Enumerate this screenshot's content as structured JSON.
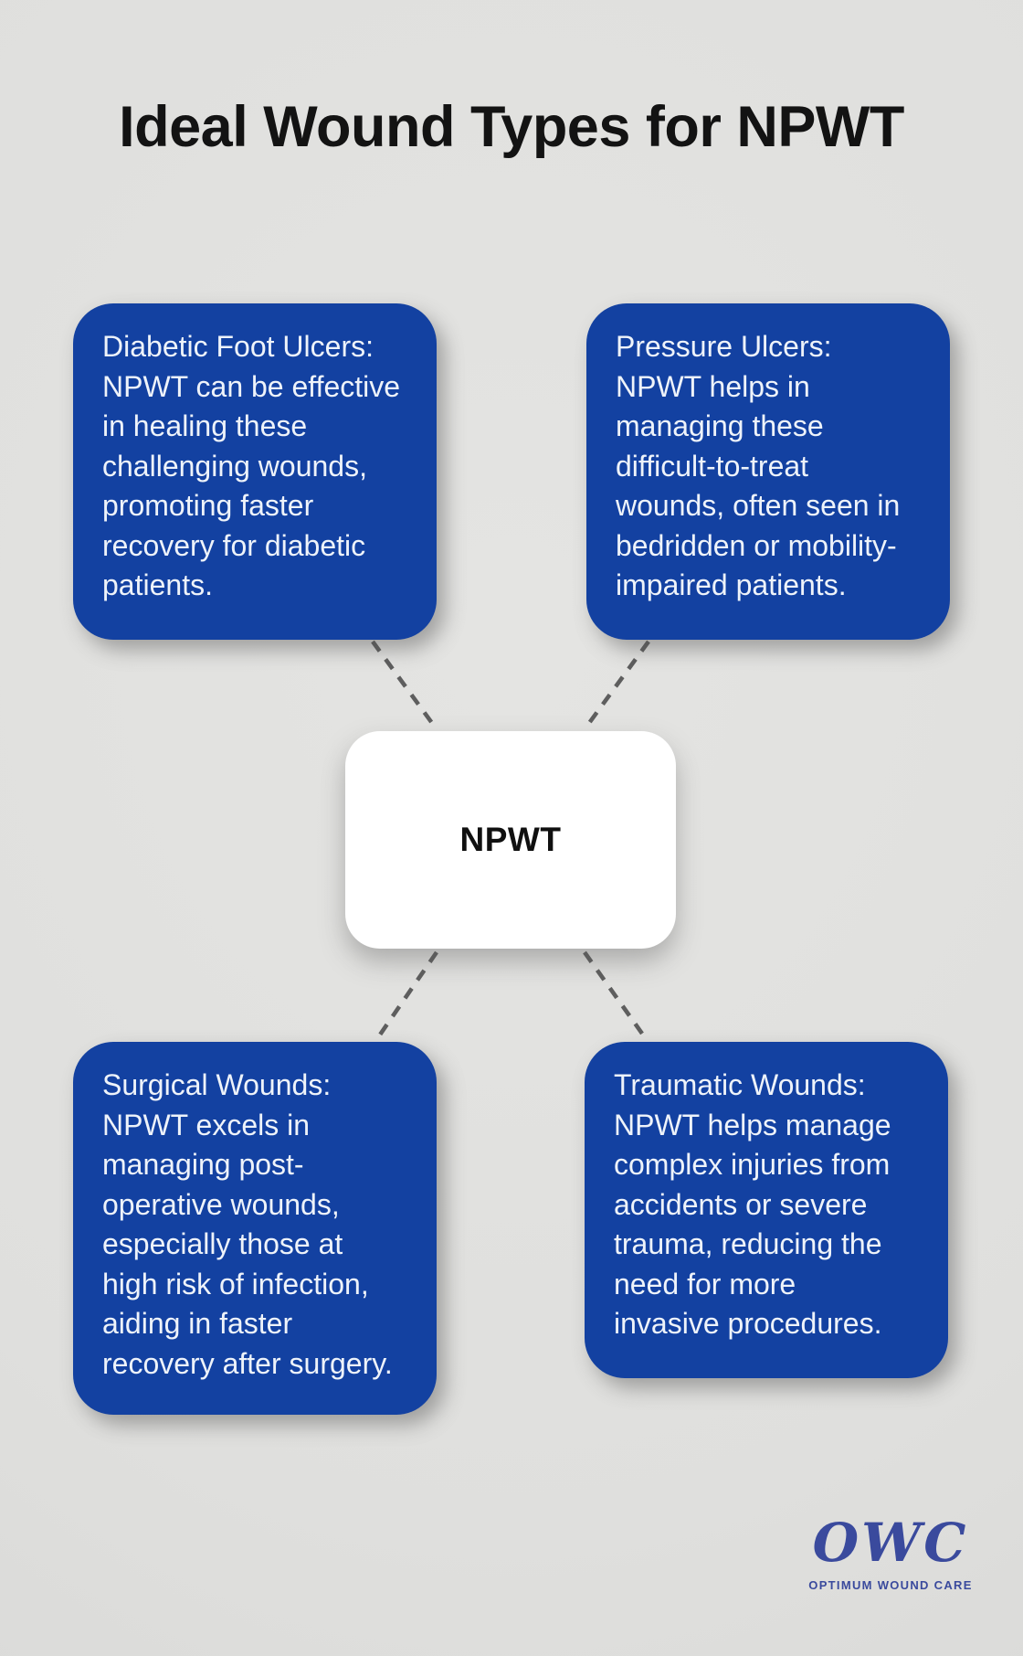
{
  "title": "Ideal Wound Types for NPWT",
  "center": {
    "label": "NPWT"
  },
  "cards": [
    {
      "topic": "Diabetic Foot Ulcers",
      "lines": [
        "Diabetic Foot Ulcers:",
        "NPWT can be effective",
        "in healing these",
        "challenging wounds,",
        "promoting faster",
        "recovery for diabetic",
        "patients."
      ]
    },
    {
      "topic": "Pressure Ulcers",
      "lines": [
        "Pressure Ulcers:",
        "NPWT helps in",
        "managing these",
        "difficult-to-treat",
        "wounds, often seen in",
        "bedridden or mobility-",
        "impaired patients."
      ]
    },
    {
      "topic": "Surgical Wounds",
      "lines": [
        "Surgical Wounds:",
        "NPWT excels in",
        "managing post-",
        "operative wounds,",
        "especially those at",
        "high risk of infection,",
        "aiding in faster",
        "recovery after surgery."
      ]
    },
    {
      "topic": "Traumatic Wounds",
      "lines": [
        "Traumatic Wounds:",
        "NPWT helps manage",
        "complex injuries from",
        "accidents or severe",
        "trauma, reducing the",
        "need for more",
        "invasive procedures."
      ]
    }
  ],
  "logo": {
    "acronym": "OWC",
    "company": "OPTIMUM WOUND CARE"
  },
  "colors": {
    "background": "#e4e4e2",
    "card_blue": "#1341a1",
    "card_text": "#eef3fa",
    "center_bg": "#ffffff",
    "center_text": "#101010",
    "connector": "#5e5e5e",
    "logo_blue": "#3a4a9d",
    "title_color": "#131313"
  }
}
